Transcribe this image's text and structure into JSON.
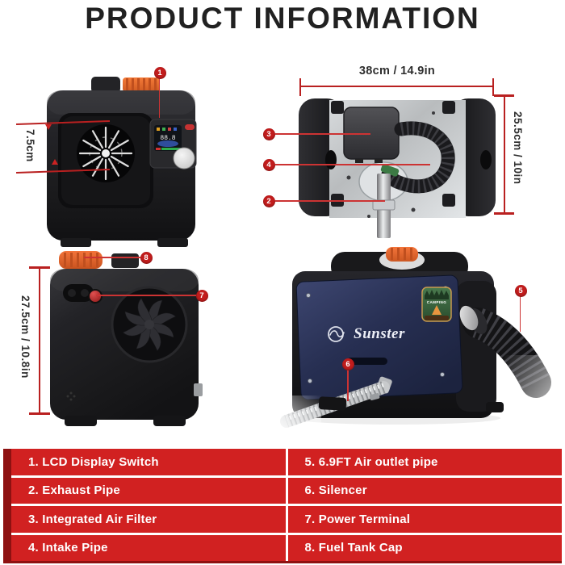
{
  "title": "PRODUCT INFORMATION",
  "brand": "Sunster",
  "badge_text": "CAMPING",
  "lcd_digits": "88.8",
  "dimensions": {
    "fan_outlet": "7.5cm",
    "width": "38cm / 14.9in",
    "depth": "25.5cm / 10in",
    "height": "27.5cm / 10.8in"
  },
  "callouts": {
    "n1": "1",
    "n2": "2",
    "n3": "3",
    "n4": "4",
    "n5": "5",
    "n6": "6",
    "n7": "7",
    "n8": "8"
  },
  "legend": {
    "items": [
      "1. LCD Display Switch",
      "2. Exhaust Pipe",
      "3. Integrated Air Filter",
      "4. Intake Pipe",
      "5. 6.9FT Air outlet pipe",
      "6. Silencer",
      "7. Power Terminal",
      "8. Fuel Tank Cap"
    ]
  },
  "colors": {
    "accent_red": "#d12121",
    "callout_red": "#c21d1d",
    "navy_panel": "#2a3150",
    "orange_cap": "#ee6c2f"
  }
}
